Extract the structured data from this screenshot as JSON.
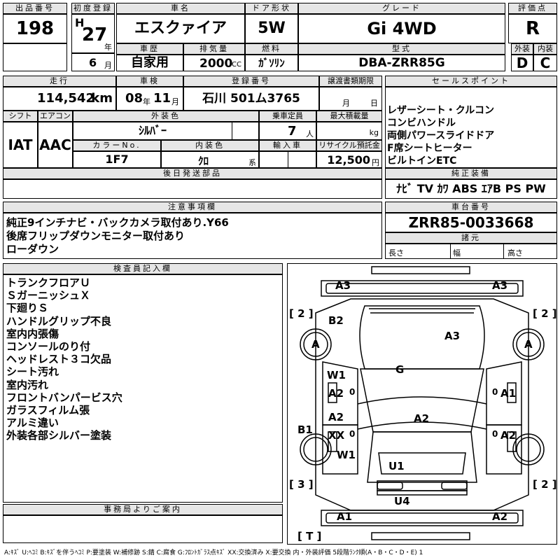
{
  "labels": {
    "lot_no": "出品番号",
    "first_reg": "初度登録",
    "car_name": "車名",
    "door": "ドア形状",
    "grade": "グレード",
    "eval": "評価点",
    "history": "車歴",
    "displacement": "排気量",
    "fuel": "燃料",
    "model": "型式",
    "exterior": "外装",
    "interior": "内装",
    "mileage": "走行",
    "inspection": "車検",
    "reg_no": "登録番号",
    "transfer_doc": "譲渡書類期限",
    "sales_point": "セールスポイント",
    "shift": "シフト",
    "aircon": "エアコン",
    "ext_color": "外装色",
    "capacity": "乗車定員",
    "max_load": "最大積載量",
    "color_no": "カラーNo.",
    "int_color": "内装色",
    "import": "輸入車",
    "recycle": "リサイクル預託金",
    "later_parts": "後日発送部品",
    "genuine": "純正装備",
    "notes": "注意事項欄",
    "chassis": "車台番号",
    "specs": "諸元",
    "length": "長さ",
    "width": "幅",
    "height": "高さ",
    "inspector": "検査員記入欄",
    "office": "事務局よりご案内"
  },
  "car": {
    "lot_no": "198",
    "era": "H",
    "year": "27",
    "year_unit": "年",
    "month": "6",
    "month_unit": "月",
    "name": "エスクァイア",
    "door": "5W",
    "grade": "Gi 4WD",
    "score": "R",
    "history": "自家用",
    "displacement": "2000",
    "cc": "CC",
    "fuel": "ｶﾞｿﾘﾝ",
    "model": "DBA-ZRR85G",
    "ext_score": "D",
    "int_score": "C",
    "mileage": "114,542",
    "km": "km",
    "insp_year": "08",
    "insp_year_unit": "年",
    "insp_month": "11",
    "insp_month_unit": "月",
    "reg_no": "石川 501ム3765",
    "transfer_m": "月",
    "transfer_d": "日",
    "shift": "IAT",
    "aircon": "AAC",
    "ext_color": "ｼﾙﾊﾞｰ",
    "capacity": "7",
    "capacity_unit": "人",
    "load_unit": "kg",
    "color_no": "1F7",
    "int_color": "ｸﾛ",
    "int_color_unit": "系",
    "recycle": "12,500",
    "recycle_unit": "円",
    "genuine": "ﾅﾋﾞ TV ｶﾜ ABS ｴｱB PS PW",
    "chassis": "ZRR85-0033668"
  },
  "sales_points": [
    "レザーシート・クルコン",
    "コンビハンドル",
    "両側パワースライドドア",
    "F席シートヒーター",
    "ビルトインETC"
  ],
  "notes": [
    "純正9インチナビ・バックカメラ取付あり.Y66",
    "後席フリップダウンモニター取付あり",
    "ローダウン"
  ],
  "inspector_notes": [
    "トランクフロアＵ",
    "ＳガーニッシュＸ",
    "下廻りＳ",
    "ハンドルグリップ不良",
    "室内内張傷",
    "コンソールのり付",
    "ヘッドレスト３コ欠品",
    "シート汚れ",
    "室内汚れ",
    "フロントバンパービス穴",
    "ガラスフィルム張",
    "アルミ違い",
    "外装各部シルバー塗装"
  ],
  "diagram": {
    "a3_tl": "A3",
    "a3_tr": "A3",
    "b2": "B2",
    "a3_roof": "A3",
    "g": "G",
    "w1_l": "W1",
    "a2_l1": "A2",
    "zero_l1": "0",
    "a1_r": "A1",
    "zero_r1": "0",
    "a2_l2": "A2",
    "xx": "XX",
    "zero_l2": "0",
    "a2_c": "A2",
    "a2_r": "A2",
    "zero_r2": "0",
    "b1": "B1",
    "w1_l2": "W1",
    "u1": "U1",
    "u4": "U4",
    "a1_bl": "A1",
    "a2_br": "A2",
    "br_tl": "[ 2 ]",
    "br_tr": "[ 2 ]",
    "br_bl": "[ 3 ]",
    "br_br": "[ 2 ]",
    "br_t": "[ T ]",
    "wheel_fl": "A",
    "wheel_fr": "A"
  },
  "legend": "A:ｷｽﾞ U:ﾍｺﾐ B:ｷｽﾞを伴うﾍｺﾐ P:要塗装 W:補修跡 S:錆 C:腐食 G:ﾌﾛﾝﾄｶﾞﾗｽ点ｷｽﾞ XX:交換済み X:要交換 内・外装評価 5段階ﾗﾝｸ順(A・B・C・D・E) 1"
}
